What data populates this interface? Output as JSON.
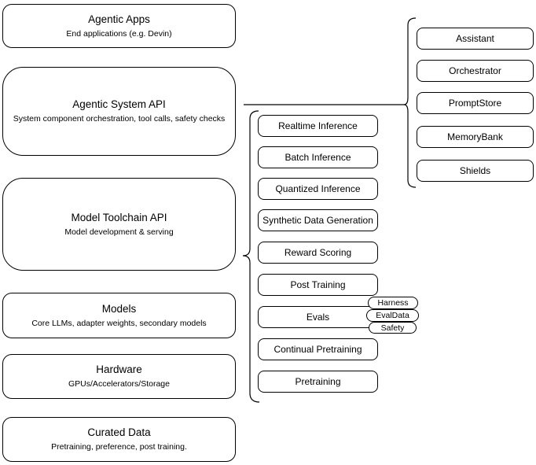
{
  "diagram": {
    "left_stack": [
      {
        "title": "Agentic Apps",
        "subtitle": "End applications (e.g. Devin)"
      },
      {
        "title": "Agentic System API",
        "subtitle": "System component orchestration, tool calls, safety checks"
      },
      {
        "title": "Model Toolchain API",
        "subtitle": "Model development & serving"
      },
      {
        "title": "Models",
        "subtitle": "Core LLMs, adapter weights, secondary models"
      },
      {
        "title": "Hardware",
        "subtitle": "GPUs/Accelerators/Storage"
      },
      {
        "title": "Curated Data",
        "subtitle": "Pretraining, preference, post training."
      }
    ],
    "toolchain_items": [
      {
        "label": "Realtime Inference"
      },
      {
        "label": "Batch Inference"
      },
      {
        "label": "Quantized Inference"
      },
      {
        "label": "Synthetic Data Generation"
      },
      {
        "label": "Reward Scoring"
      },
      {
        "label": "Post Training"
      },
      {
        "label": "Evals"
      },
      {
        "label": "Continual Pretraining"
      },
      {
        "label": "Pretraining"
      }
    ],
    "evals_tags": [
      {
        "label": "Harness"
      },
      {
        "label": "EvalData"
      },
      {
        "label": "Safety"
      }
    ],
    "system_components": [
      {
        "label": "Assistant"
      },
      {
        "label": "Orchestrator"
      },
      {
        "label": "PromptStore"
      },
      {
        "label": "MemoryBank"
      },
      {
        "label": "Shields"
      }
    ],
    "colors": {
      "stroke": "#000000",
      "background": "#ffffff",
      "text": "#000000"
    }
  }
}
